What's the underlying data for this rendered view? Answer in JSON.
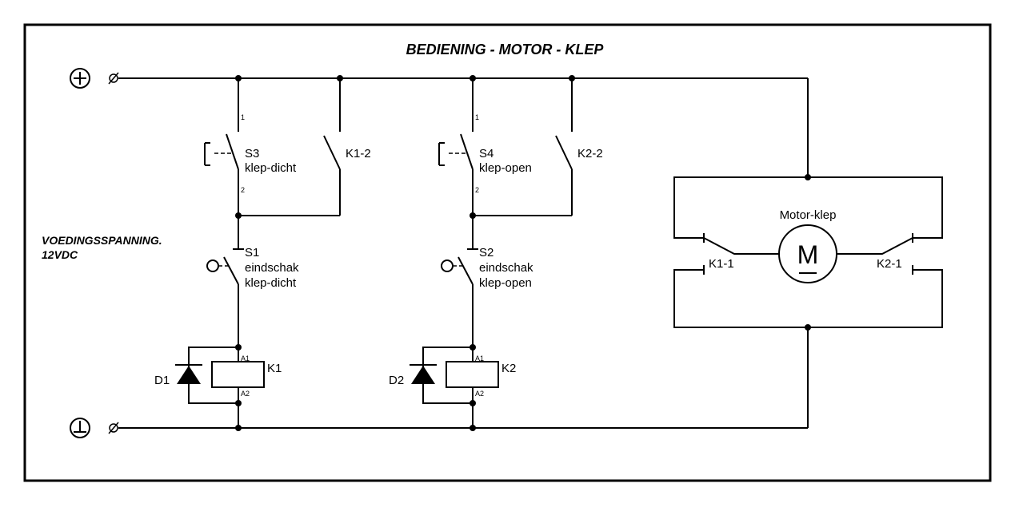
{
  "title": "BEDIENING - MOTOR - KLEP",
  "supply": {
    "line1": "VOEDINGSSPANNING.",
    "line2": "12VDC"
  },
  "terminals": {
    "plus": "+",
    "ground": "⊥",
    "connector": "⌀"
  },
  "branch_left": {
    "pushbutton": {
      "id": "S3",
      "name": "klep-dicht",
      "pin_top": "1",
      "pin_bottom": "2"
    },
    "hold_contact": "K1-2",
    "limit_switch": {
      "id": "S1",
      "line1": "eindschak",
      "line2": "klep-dicht"
    },
    "relay": {
      "id": "K1",
      "pin_a1": "A1",
      "pin_a2": "A2"
    },
    "diode": "D1"
  },
  "branch_right": {
    "pushbutton": {
      "id": "S4",
      "name": "klep-open",
      "pin_top": "1",
      "pin_bottom": "2"
    },
    "hold_contact": "K2-2",
    "limit_switch": {
      "id": "S2",
      "line1": "eindschak",
      "line2": "klep-open"
    },
    "relay": {
      "id": "K2",
      "pin_a1": "A1",
      "pin_a2": "A2"
    },
    "diode": "D2"
  },
  "motor": {
    "label": "Motor-klep",
    "symbol": "M",
    "contact_left": "K1-1",
    "contact_right": "K2-1"
  }
}
